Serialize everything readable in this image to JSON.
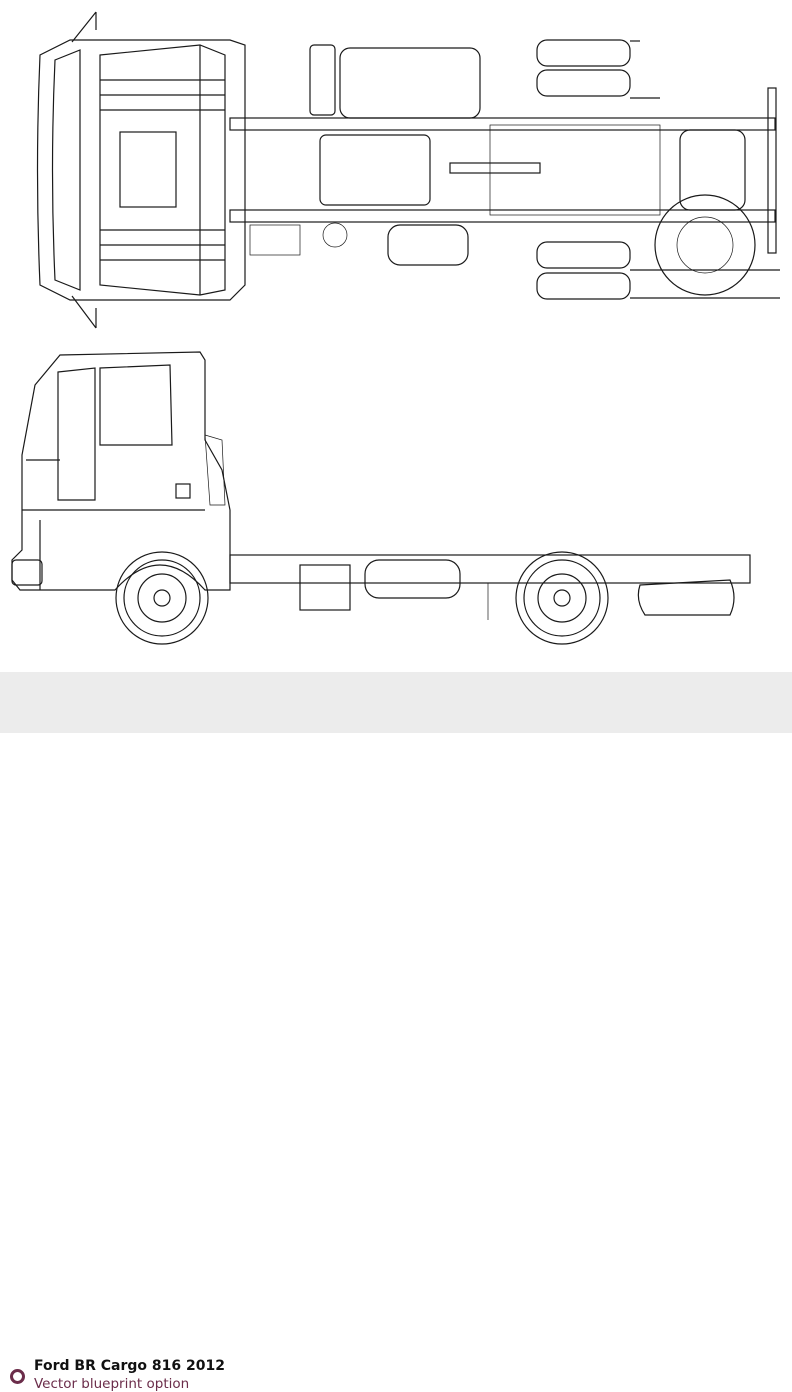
{
  "caption": {
    "title": "Ford BR Cargo 816 2012",
    "subtitle": "Vector blueprint option",
    "accent_color": "#6b2d4a"
  },
  "drawing": {
    "views": [
      "top-view",
      "side-view"
    ]
  }
}
